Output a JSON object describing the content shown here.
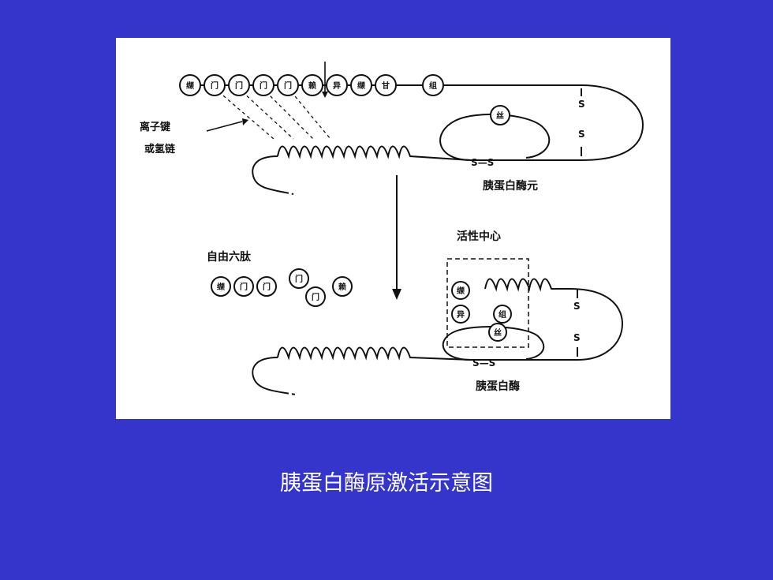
{
  "figure": {
    "top_residues": [
      "缬",
      "门",
      "门",
      "门",
      "门",
      "赖",
      "异",
      "缬",
      "甘",
      "组"
    ],
    "top_label_bond": "离子键",
    "top_label_hbond": "或氢链",
    "top_ser": "丝",
    "top_ss_bottom": "S—S",
    "top_ss_vertical": [
      "S",
      "S"
    ],
    "top_name": "胰蛋白酶元",
    "active_center_label": "活性中心",
    "free_peptide_label": "自由六肽",
    "free_peptide_residues": [
      "缬",
      "门",
      "门",
      "门",
      "门",
      "赖"
    ],
    "bottom_center_residues": [
      "缬",
      "异",
      "组",
      "丝"
    ],
    "bottom_ss_bottom": "S—S",
    "bottom_ss_vertical": [
      "S",
      "S"
    ],
    "bottom_name": "胰蛋白酶"
  },
  "caption": "胰蛋白酶原激活示意图"
}
